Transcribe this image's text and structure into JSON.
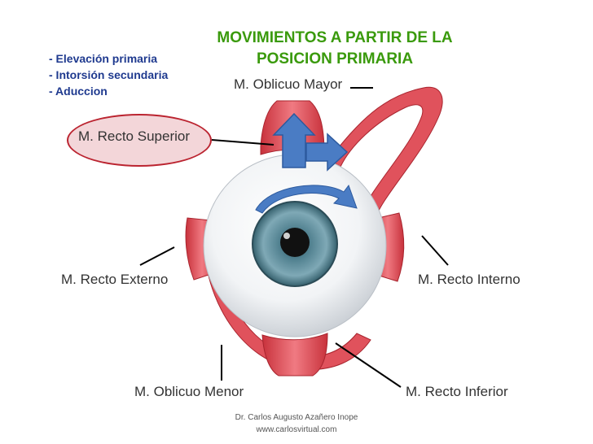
{
  "title": {
    "line1": "MOVIMIENTOS A PARTIR DE LA",
    "line2": "POSICION PRIMARIA"
  },
  "movements": [
    "- Elevación primaria",
    "- Intorsión secundaria",
    "- Aduccion"
  ],
  "muscles": {
    "oblicuo_mayor": "M. Oblicuo Mayor",
    "recto_superior": "M. Recto Superior",
    "recto_externo": "M. Recto Externo",
    "recto_interno": "M. Recto Interno",
    "oblicuo_menor": "M. Oblicuo Menor",
    "recto_inferior": "M. Recto Inferior"
  },
  "credits": {
    "author": "Dr. Carlos Augusto Azañero Inope",
    "website": "www.carlosvirtual.com"
  },
  "colors": {
    "title": "#3a9a0c",
    "movements_text": "#1f3a8f",
    "muscle": "#e0525c",
    "arrow": "#4a7cc4",
    "iris": "#5e8e9e",
    "highlight_ring": "#bb2430"
  },
  "icons": {
    "elevation": "up-arrow-icon",
    "adduction": "right-arrow-icon",
    "intorsion": "curved-arrow-icon"
  }
}
